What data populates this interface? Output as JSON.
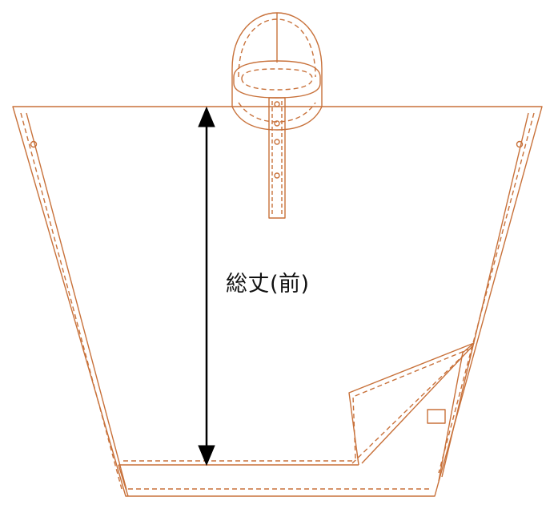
{
  "diagram": {
    "measurement_label": "総丈(前)",
    "colors": {
      "garment_outline": "#c8713a",
      "measurement_arrow": "#000000",
      "background": "#ffffff"
    },
    "icons": [
      "hood",
      "snap-button",
      "eyelet",
      "arrow-up",
      "arrow-down"
    ]
  }
}
